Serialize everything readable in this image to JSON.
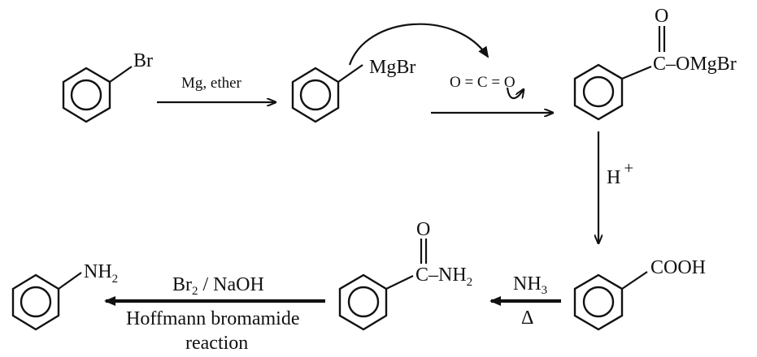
{
  "compounds": {
    "bromobenzene": {
      "substituent": "Br"
    },
    "grignard": {
      "substituent": "MgBr"
    },
    "co2": {
      "formula": "O = C = O"
    },
    "carboxylate_salt": {
      "carbonyl_o": "O",
      "group": "C–OMgBr"
    },
    "benzoic_acid": {
      "group": "COOH"
    },
    "benzamide": {
      "carbonyl_o": "O",
      "group_main": "C–NH",
      "group_sub": "2"
    },
    "aniline": {
      "group_main": "NH",
      "group_sub": "2"
    }
  },
  "reagents": {
    "step1": "Mg, ether",
    "step3_main": "H",
    "step3_sup": "+",
    "step4_main": "NH",
    "step4_sub": "3",
    "step4_cond": "Δ",
    "step5_main": "Br",
    "step5_sub": "2",
    "step5_rest": " / NaOH",
    "step5_name_line1": "Hoffmann bromamide",
    "step5_name_line2": "reaction"
  }
}
